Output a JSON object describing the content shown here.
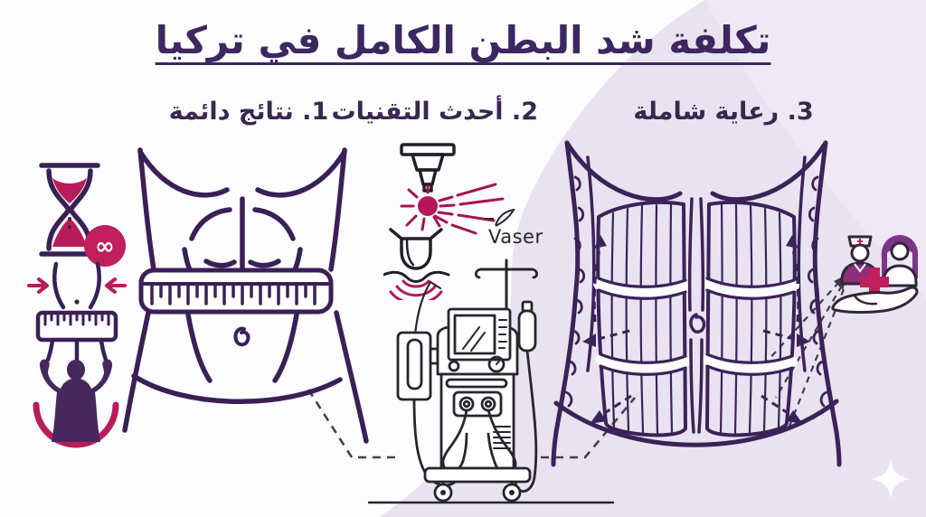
{
  "title": "تكلفة شد البطن الكامل في تركيا",
  "sections": [
    {
      "label": "1. نتائج دائمة",
      "illustration": "torso-measuring-tape-illustration"
    },
    {
      "label": "2. أحدث التقنيات",
      "illustration": "vaser-machine-illustration"
    },
    {
      "label": "3. رعاية شاملة",
      "illustration": "abdominal-muscles-illustration"
    }
  ],
  "device_brand": "Vaser",
  "hourglass_badge_symbol": "∞",
  "icon_names": [
    "hourglass-infinity-icon",
    "waist-measurement-icon",
    "muscle-flex-icon",
    "laser-handpiece-icon",
    "ultrasound-probe-icon",
    "vaser-machine-illustration",
    "torso-measuring-tape-illustration",
    "abdominal-muscles-illustration",
    "medical-team-care-icon",
    "sparkle-icon"
  ],
  "colors": {
    "title_purple": "#3c2760",
    "heading_purple": "#38274e",
    "line_art_purple": "#3a2056",
    "accent_crimson": "#b91c5b",
    "machine_line_dark": "#26262e",
    "background_left": "#fdfcfe",
    "background_right": "#e9e2f1",
    "medical_purple_fill": "#8c2e7c"
  }
}
